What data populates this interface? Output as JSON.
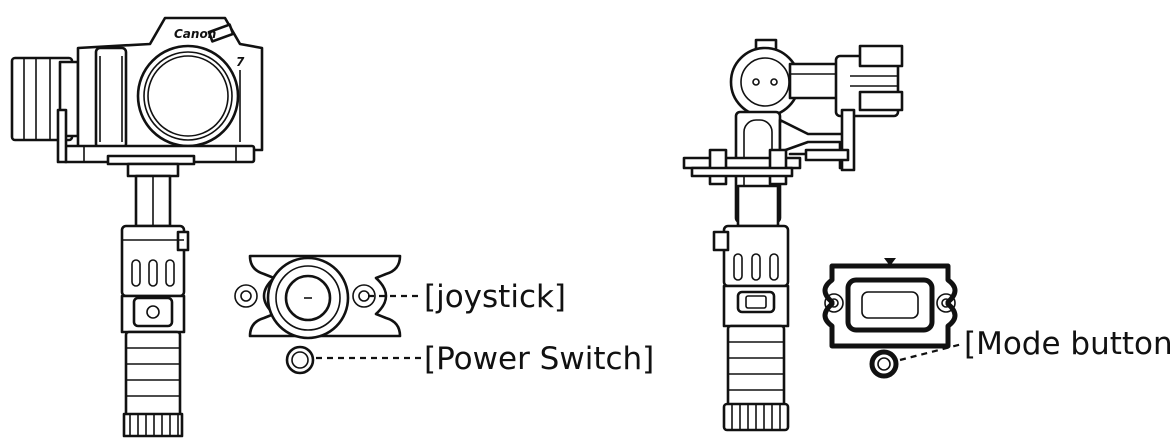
{
  "callouts": {
    "joystick": "[joystick]",
    "power_switch": "[Power Switch]",
    "mode_button": "[Mode button]"
  },
  "camera_brand": "Canon"
}
